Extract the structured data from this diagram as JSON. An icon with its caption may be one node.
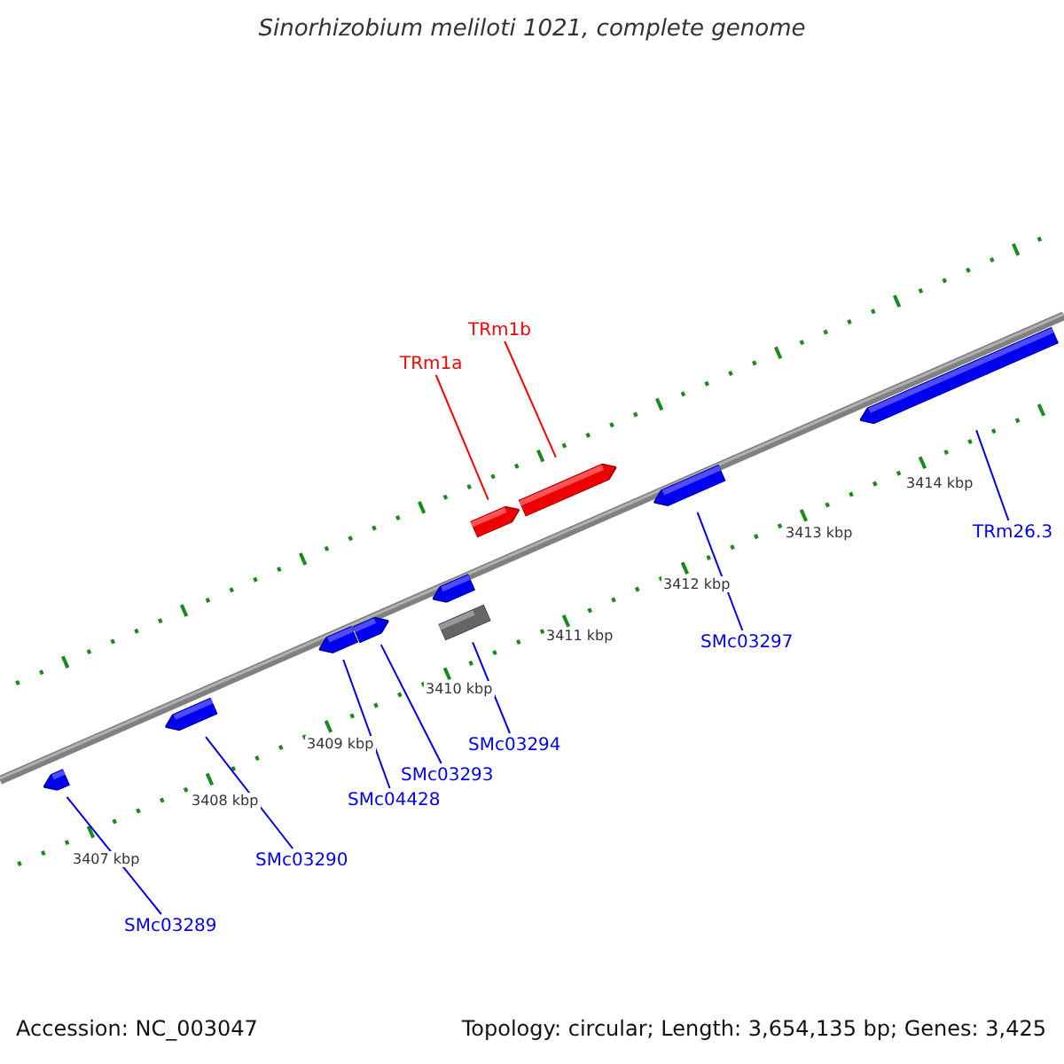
{
  "diagram": {
    "title": "Sinorhizobium meliloti 1021, complete genome",
    "nodes": [
      {
        "text": [
          "TRm1b"
        ]
      },
      {
        "text": [
          "TRm1a"
        ]
      },
      {
        "text": [
          "TRm26.3"
        ]
      },
      {
        "text": [
          "SMc03297"
        ]
      },
      {
        "text": [
          "SMc03294"
        ]
      },
      {
        "text": [
          "SMc03293"
        ]
      },
      {
        "text": [
          "SMc04428"
        ]
      },
      {
        "text": [
          "SMc03290"
        ]
      },
      {
        "text": [
          "SMc03289"
        ]
      },
      {
        "text": [],
        "shape": "bar"
      },
      {
        "text": [],
        "shape": "bar"
      },
      {
        "text": [],
        "shape": "bar"
      },
      {
        "text": [],
        "shape": "bar"
      },
      {
        "text": [],
        "shape": "bar"
      },
      {
        "text": [],
        "shape": "bar"
      },
      {
        "text": [],
        "shape": "bar"
      },
      {
        "text": [],
        "shape": "bar"
      },
      {
        "text": [],
        "shape": "bar"
      },
      {
        "text": [],
        "shape": "bar"
      }
    ],
    "edges": [
      {
        "from": 0,
        "to": 16,
        "arrow": "none",
        "color": "#ff0000"
      },
      {
        "from": 1,
        "to": 15,
        "arrow": "none",
        "color": "#ff0000"
      },
      {
        "from": 2,
        "to": 18,
        "arrow": "none"
      },
      {
        "from": 3,
        "to": 17,
        "arrow": "none"
      },
      {
        "from": 4,
        "to": 13,
        "arrow": "none"
      },
      {
        "from": 5,
        "to": 12,
        "arrow": "none"
      },
      {
        "from": 6,
        "to": 11,
        "arrow": "none"
      },
      {
        "from": 7,
        "to": 10,
        "arrow": "none"
      },
      {
        "from": 8,
        "to": 9,
        "arrow": "none"
      }
    ],
    "labels": [
      "3407 kbp",
      "3408 kbp",
      "3409 kbp",
      "3410 kbp",
      "3411 kbp",
      "3412 kbp",
      "3413 kbp",
      "3414 kbp",
      "Accession: NC_003047",
      "Topology: circular; Length: 3,654,135 bp; Genes: 3,425"
    ]
  }
}
